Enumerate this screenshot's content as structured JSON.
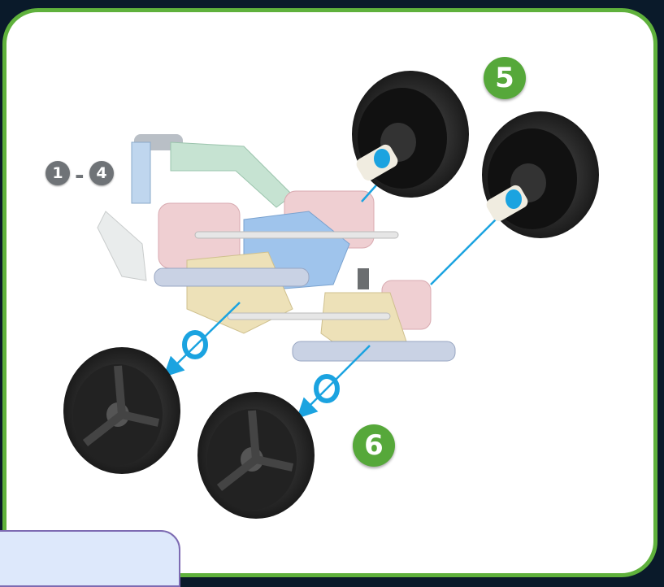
{
  "steps": {
    "step_5": "5",
    "step_6": "6",
    "range_start": "1",
    "range_separator": "-",
    "range_end": "4"
  },
  "colors": {
    "border": "#5fb13c",
    "badge": "#56a83a",
    "arrow": "#1ba3e0",
    "tire": "#2a2a2a",
    "piece_pink": "#efcfd2",
    "piece_yellow": "#ede1b8",
    "piece_blue": "#9fc4ec",
    "piece_green": "#c6e3d2"
  },
  "icons": [
    "wheel-icon",
    "spacer-ring-icon",
    "arrow-icon"
  ]
}
